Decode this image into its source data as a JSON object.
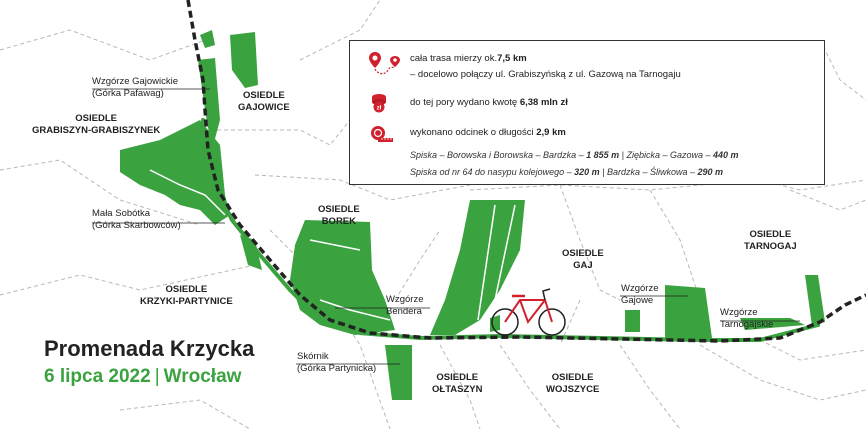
{
  "colors": {
    "green": "#3aa33f",
    "track": "#222222",
    "red": "#d0212d",
    "boundary": "#b5b5b5"
  },
  "icons": [
    "route-pin-icon",
    "coins-icon",
    "tape-measure-icon",
    "bicycle-icon"
  ],
  "districts": {
    "gajowice": [
      "OSIEDLE",
      "GAJOWICE"
    ],
    "grabiszyn": [
      "OSIEDLE",
      "GRABISZYN-GRABISZYNEK"
    ],
    "borek": [
      "OSIEDLE",
      "BOREK"
    ],
    "krzyki": [
      "OSIEDLE",
      "KRZYKI-PARTYNICE"
    ],
    "gaj": [
      "OSIEDLE",
      "GAJ"
    ],
    "tarnogaj": [
      "OSIEDLE",
      "TARNOGAJ"
    ],
    "oltaszyn": [
      "OSIEDLE",
      "OŁTASZYN"
    ],
    "wojszyce": [
      "OSIEDLE",
      "WOJSZYCE"
    ]
  },
  "places": {
    "gajowickie": [
      "Wzgórze Gajowickie",
      "(Górka Pafawag)"
    ],
    "sobotka": [
      "Mała Sobótka",
      "(Górka Skarbowców)"
    ],
    "bendera": [
      "Wzgórze",
      "Bendera"
    ],
    "skornik": [
      "Skórnik",
      "(Górka Partynicka)"
    ],
    "gajowe": [
      "Wzgórze",
      "Gajowe"
    ],
    "tarnogajskie": [
      "Wzgórze",
      "Tarnogajskie"
    ]
  },
  "info": {
    "line1_pre": "cała trasa mierzy ok.",
    "line1_bold": "7,5 km",
    "line2": "– docelowo połączy ul. Grabiszyńską z ul. Gazową na Tarnogaju",
    "line3_pre": "do tej pory wydano kwotę ",
    "line3_bold": "6,38 mln zł",
    "line4_pre": "wykonano odcinek o długości ",
    "line4_bold": "2,9 km",
    "seg1_a": "Spiska – Borowska i Borowska – Bardzka – ",
    "seg1_a_val": "1 855 m",
    "seg1_b": "  |  Ziębicka – Gazowa – ",
    "seg1_b_val": "440 m",
    "seg2_a": "Spiska od nr 64 do nasypu kolejowego – ",
    "seg2_a_val": "320 m",
    "seg2_b": "  |  Bardzka – Śliwkowa – ",
    "seg2_b_val": "290 m"
  },
  "title": "Promenada Krzycka",
  "date": "6 lipca 2022",
  "separator": "|",
  "city": "Wrocław"
}
